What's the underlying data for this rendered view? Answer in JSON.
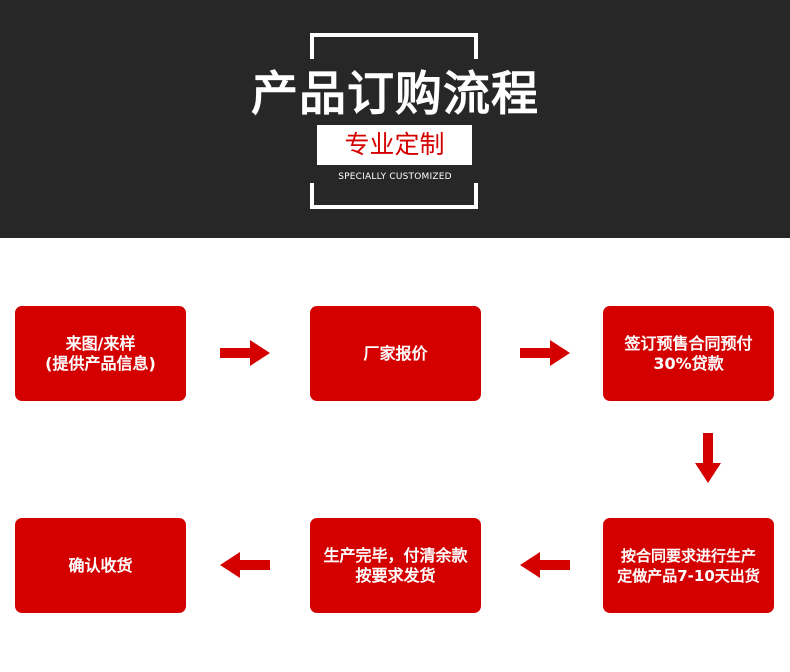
{
  "header": {
    "title": "产品订购流程",
    "subtitle": "专业定制",
    "subtitle_en": "SPECIALLY CUSTOMIZED"
  },
  "steps": [
    {
      "label": "来图/来样\n(提供产品信息)"
    },
    {
      "label": "厂家报价"
    },
    {
      "label": "签订预售合同预付\n30%贷款"
    },
    {
      "label": "按合同要求进行生产\n定做产品7-10天出货"
    },
    {
      "label": "生产完毕，付清余款\n按要求发货"
    },
    {
      "label": "确认收货"
    }
  ],
  "colors": {
    "accent": "#d40000",
    "banner": "#272727",
    "text_light": "#ffffff"
  },
  "arrows": [
    {
      "icon": "arrow-right-icon"
    },
    {
      "icon": "arrow-right-icon"
    },
    {
      "icon": "arrow-down-icon"
    },
    {
      "icon": "arrow-left-icon"
    },
    {
      "icon": "arrow-left-icon"
    }
  ]
}
